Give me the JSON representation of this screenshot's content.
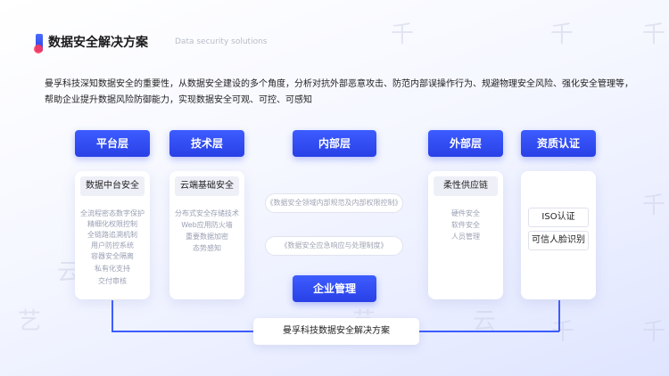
{
  "header": {
    "title": "数据安全解决方案",
    "title_en": "Data security solutions"
  },
  "intro": "曼孚科技深知数据安全的重要性，从数据安全建设的多个角度，分析对抗外部恶意攻击、防范内部误操作行为、规避物理安全风险、强化安全管理等，帮助企业提升数据风险防御能力，实现数据安全可观、可控、可感知",
  "columns": {
    "platform": {
      "header": "平台层",
      "tag": "数据中台安全",
      "items": [
        "全流程密态数字保护",
        "精细化权限控制",
        "全链路追溯机制",
        "用户防控系统",
        "容器安全隔离",
        "私有化支持",
        "交付审核"
      ]
    },
    "tech": {
      "header": "技术层",
      "tag": "云端基础安全",
      "items": [
        "分布式安全存储技术",
        "Web应用防火墙",
        "重要数据加密",
        "态势感知"
      ]
    },
    "internal": {
      "header": "内部层",
      "items": [
        "《数据安全领域内部规范及内部权限控制》",
        "《数据安全应急响应与处理制度》"
      ],
      "bottom": "企业管理"
    },
    "external": {
      "header": "外部层",
      "tag": "柔性供应链",
      "items": [
        "硬件安全",
        "软件安全",
        "人员管理"
      ]
    },
    "cert": {
      "header": "资质认证",
      "items": [
        "ISO认证",
        "可信人脸识别"
      ]
    }
  },
  "footer": "曼孚科技数据安全解决方案",
  "watermarks": [
    "千",
    "千",
    "千",
    "千",
    "艺",
    "云",
    "图",
    "云",
    "艺",
    "千",
    "千"
  ],
  "colors": {
    "accent": "#3d5cff",
    "accent_dark": "#2840e6",
    "dot": "#ff3b5c"
  }
}
